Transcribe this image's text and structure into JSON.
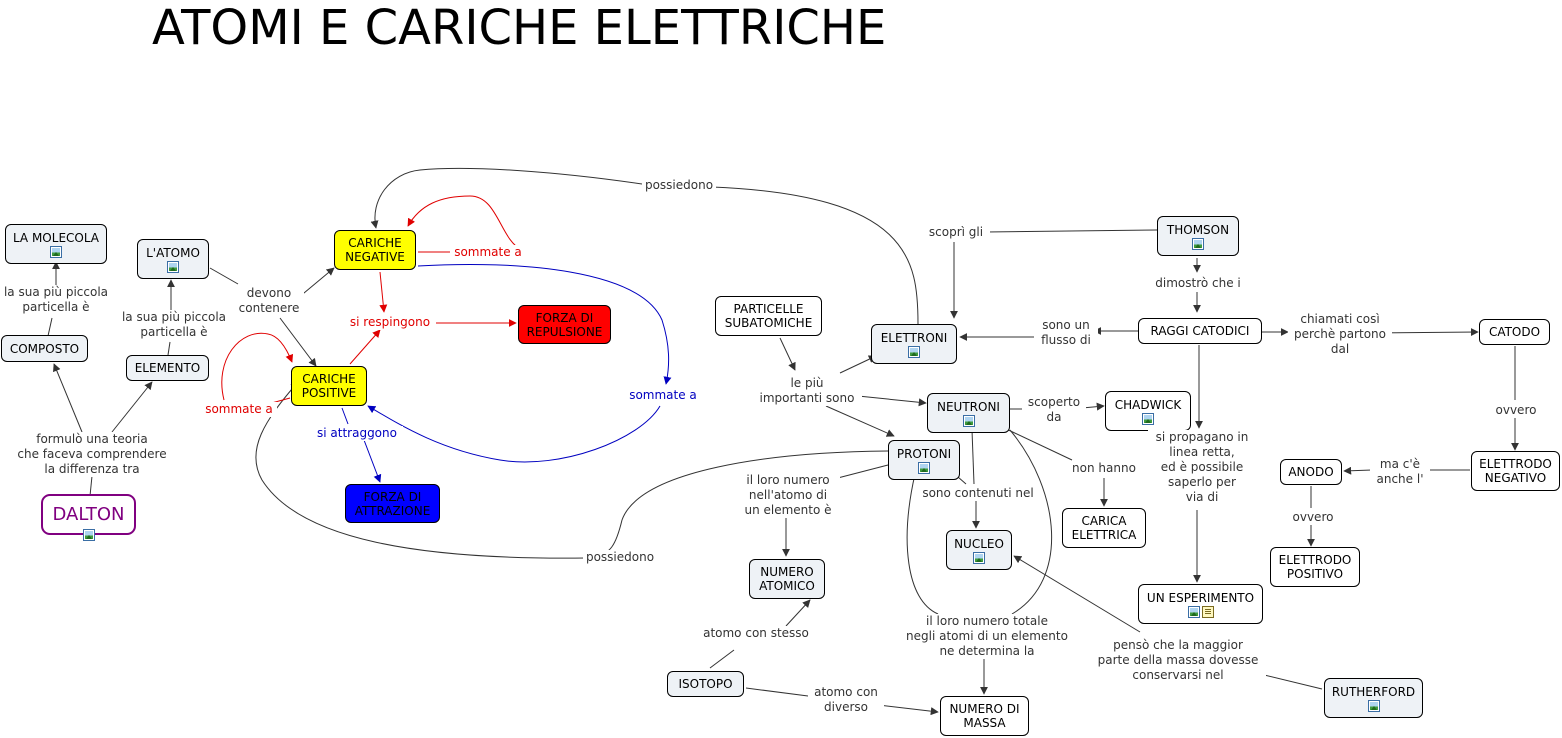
{
  "title": "ATOMI E CARICHE ELETTRICHE",
  "colors": {
    "node_border": "#000000",
    "node_gray": "#eef2f6",
    "yellow": "#ffff00",
    "red": "#ff0000",
    "blue": "#0000ff",
    "dalton": "#800080",
    "link": "#333333",
    "link_red": "#e00000",
    "link_blue": "#0000c0"
  },
  "icons": {
    "image": "image-resource-icon",
    "document": "document-resource-icon"
  },
  "nodes": {
    "la_molecola": "LA MOLECOLA",
    "l_atomo": "L'ATOMO",
    "composto": "COMPOSTO",
    "elemento": "ELEMENTO",
    "dalton": "DALTON",
    "cariche_negative": "CARICHE\nNEGATIVE",
    "cariche_positive": "CARICHE\nPOSITIVE",
    "forza_repulsione": "FORZA DI\nREPULSIONE",
    "forza_attrazione": "FORZA DI\nATTRAZIONE",
    "particelle_subatomiche": "PARTICELLE\nSUBATOMICHE",
    "elettroni": "ELETTRONI",
    "thomson": "THOMSON",
    "raggi_catodici": "RAGGI CATODICI",
    "catodo": "CATODO",
    "neutroni": "NEUTRONI",
    "chadwick": "CHADWICK",
    "protoni": "PROTONI",
    "elettrodo_negativo": "ELETTRODO\nNEGATIVO",
    "anodo": "ANODO",
    "elettrodo_positivo": "ELETTRODO\nPOSITIVO",
    "carica_elettrica": "CARICA\nELETTRICA",
    "nucleo": "NUCLEO",
    "numero_atomico": "NUMERO\nATOMICO",
    "un_esperimento": "UN ESPERIMENTO",
    "isotopo": "ISOTOPO",
    "numero_di_massa": "NUMERO DI\nMASSA",
    "rutherford": "RUTHERFORD"
  },
  "links": {
    "piu_piccola_1": "la sua più piccola\nparticella è",
    "piu_piccola_2": "la sua più piccola\nparticella è",
    "formulo": "formulò una teoria\nche faceva comprendere\nla differenza tra",
    "devono": "devono\ncontenere",
    "possiedono_top": "possiedono",
    "sommate_red_1": "sommate a",
    "respingono": "si respingono",
    "sommate_red_2": "sommate a",
    "sommate_blue": "sommate a",
    "attraggono": "si attraggono",
    "possiedono_bottom": "possiedono",
    "scopri": "scoprì gli",
    "dimostro": "dimostrò che i",
    "sono_un_flusso": "sono un\nflusso di",
    "chiamati": "chiamati così\nperchè partono\ndal",
    "ovvero_1": "ovvero",
    "ma_c_e": "ma c'è\nanche l'",
    "ovvero_2": "ovvero",
    "importanti": "le più\nimportanti sono",
    "scoperto": "scoperto\nda",
    "non_hanno": "non hanno",
    "propagano": "si propagano in\nlinea retta,\ned è possibile\nsaperlo per\nvia di",
    "sono_contenuti": "sono contenuti nel",
    "loro_numero": "il loro numero\nnell'atomo di\nun elemento è",
    "stesso": "atomo con stesso",
    "diverso": "atomo con\ndiverso",
    "numero_totale": "il loro numero totale\nnegli atomi di un elemento\nne determina la",
    "penso": "pensò che la maggior\nparte della massa dovesse\nconservarsi nel"
  }
}
